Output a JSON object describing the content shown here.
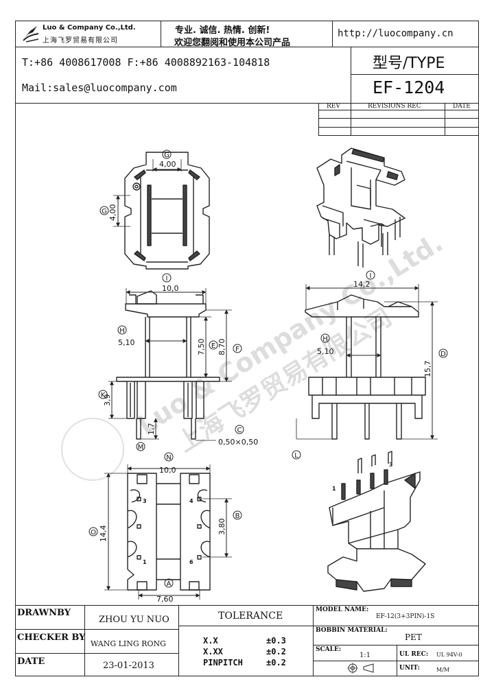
{
  "header": {
    "company_en": "Luo & Company Co.,Ltd.",
    "company_cn": "上海飞罗贸易有限公司",
    "slogan_line1": "专业. 诚信.  热情.  创新!",
    "slogan_line2": "欢迎您翻阅和使用本公司产品",
    "website": "http://luocompany.cn",
    "phone_fax": "T:+86 4008617008 F:+86 4008892163-104818",
    "mail": "Mail:sales@luocompany.com",
    "type_label": "型号/TYPE",
    "type_value": "EF-1204"
  },
  "revisions": {
    "col_rev": "REV",
    "col_rec": "REVISIONS REC",
    "col_date": "DATE"
  },
  "watermark": {
    "en": "Luo & Company Co.,Ltd.",
    "cn": "上海飞罗贸易有限公司"
  },
  "dimensions": {
    "top_width": "4,00",
    "top_height": "4,00",
    "front_width": "10,0",
    "front_inner": "5,10",
    "front_h1": "7,50",
    "front_h2": "8,70",
    "front_pin": "3,9",
    "front_pin_len": "1,7",
    "pin_section": "0,50×0,50",
    "side_width": "14,2",
    "side_inner": "5,10",
    "side_height": "15,7",
    "bottom_width": "10,0",
    "bottom_height": "14,4",
    "bottom_pitch": "3,80",
    "bottom_span": "7,60"
  },
  "callouts": {
    "g": "G",
    "i": "I",
    "h": "H",
    "e": "E",
    "f": "F",
    "k": "K",
    "m": "M",
    "c": "C",
    "d": "D",
    "l": "L",
    "n": "N",
    "o": "O",
    "b": "B",
    "a": "A"
  },
  "pins": {
    "p1": "1",
    "p3": "3",
    "p4": "4",
    "p6": "6"
  },
  "footer": {
    "drawnby_label": "DRAWNBY",
    "drawnby_value": "ZHOU YU NUO",
    "checker_label": "CHECKER BY",
    "checker_value": "WANG LING RONG",
    "date_label": "DATE",
    "date_value": "23-01-2013",
    "tolerance_label": "TOLERANCE",
    "tol_xx_label": "X.X",
    "tol_xx_value": "±0.3",
    "tol_xxx_label": "X.XX",
    "tol_xxx_value": "±0.2",
    "tol_pin_label": "PINPITCH",
    "tol_pin_value": "±0.2",
    "model_label": "MODEL NAME:",
    "model_value": "EF-12(3+3PIN)-1S",
    "bobbin_label": "BOBBIN MATERIAL:",
    "bobbin_value": "PET",
    "scale_label": "SCALE:",
    "scale_value": "1:1",
    "ul_label": "UL REC:",
    "ul_value": "UL 94V-0",
    "unit_label": "UNIT:",
    "unit_value": "M/M"
  }
}
